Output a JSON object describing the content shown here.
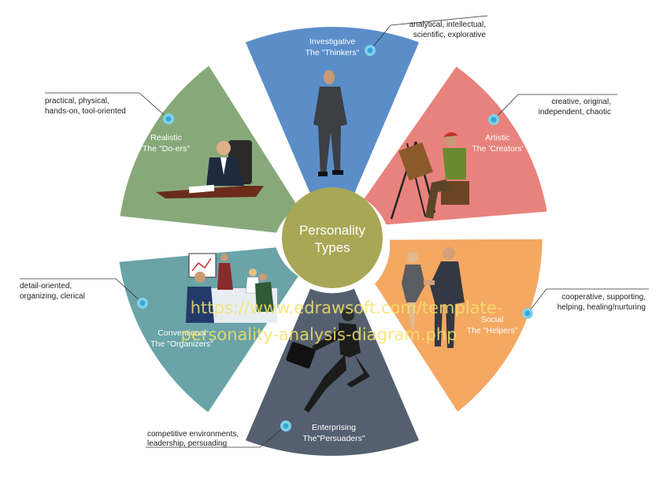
{
  "center": {
    "line1": "Personality",
    "line2": "Types",
    "color": "#a8a755"
  },
  "segments": [
    {
      "id": "investigative",
      "title": "Investigative",
      "subtitle": "The \"Thinkers\"",
      "color": "#5b8ec9",
      "description": [
        "analytical, intellectual,",
        "scientific, explorative"
      ]
    },
    {
      "id": "artistic",
      "title": "Artistic",
      "subtitle": "The 'Creators'",
      "color": "#e8827c",
      "description": [
        "creative, original,",
        "independent, chaotic"
      ]
    },
    {
      "id": "social",
      "title": "Social",
      "subtitle": "The \"Helpers\"",
      "color": "#f4a862",
      "description": [
        "cooperative, supporting,",
        "helping, healing/nurturing"
      ]
    },
    {
      "id": "enterprising",
      "title": "Enterprising",
      "subtitle": "The\"Persuaders\"",
      "color": "#54606f",
      "description": [
        "competitive environments,",
        "leadership, persuading"
      ]
    },
    {
      "id": "conventional",
      "title": "Conventional",
      "subtitle": "The \"Organizers\"",
      "color": "#6aa3a8",
      "description": [
        "detail-oriented,",
        "organizing, clerical"
      ]
    },
    {
      "id": "realistic",
      "title": "Realistic",
      "subtitle": "The \"Do-ers\"",
      "color": "#87a97a",
      "description": [
        "practical, physical,",
        "hands-on, tool-oriented"
      ]
    }
  ],
  "watermark": {
    "line1": "https://www.edrawsoft.com/template-",
    "line2": "personality-analysis-diagram.php"
  },
  "icon_names": [
    "target-dot-icon",
    "thinker-figure-icon",
    "painter-figure-icon",
    "handshake-figure-icon",
    "runner-figure-icon",
    "meeting-figure-icon",
    "desk-worker-figure-icon"
  ]
}
